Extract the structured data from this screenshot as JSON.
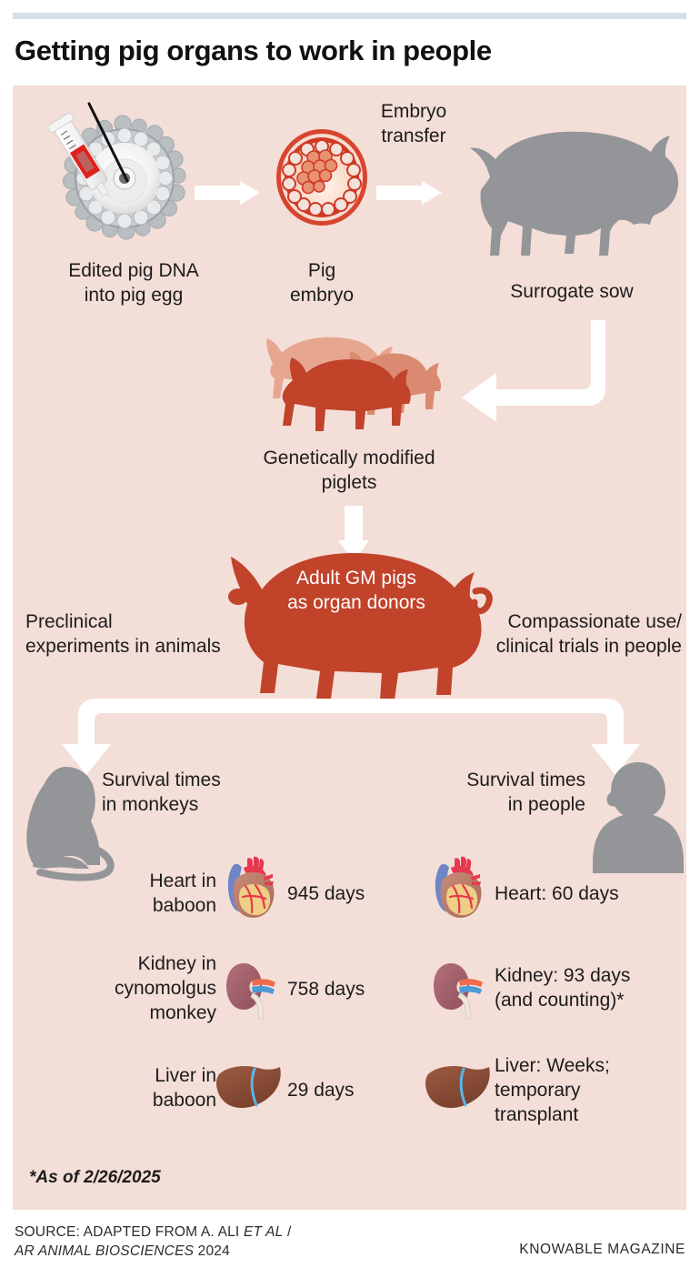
{
  "header": {
    "title": "Getting pig organs to work in people",
    "rule_color": "#d2e2e4"
  },
  "panel": {
    "background": "#f4ded8"
  },
  "flow": {
    "step1": {
      "icon": "syringe-injecting-egg-icon",
      "label_line1": "Edited pig DNA",
      "label_line2": "into pig egg"
    },
    "step2": {
      "icon": "pig-embryo-icon",
      "label_line1": "Pig",
      "label_line2": "embryo"
    },
    "transfer_label_line1": "Embryo",
    "transfer_label_line2": "transfer",
    "step3": {
      "icon": "surrogate-sow-silhouette-icon",
      "label": "Surrogate sow"
    },
    "step4": {
      "icon": "gm-piglets-icon",
      "label_line1": "Genetically modified",
      "label_line2": "piglets"
    },
    "step5": {
      "icon": "adult-gm-pig-icon",
      "label_line1": "Adult GM pigs",
      "label_line2": "as organ donors",
      "label_color": "#ffffff",
      "pig_color": "#c0432a"
    },
    "branch_left_line1": "Preclinical",
    "branch_left_line2": "experiments in animals",
    "branch_right_line1": "Compassionate use/",
    "branch_right_line2": "clinical trials in people"
  },
  "results": {
    "left": {
      "icon": "monkey-silhouette-icon",
      "heading_line1": "Survival times",
      "heading_line2": "in monkeys",
      "rows": [
        {
          "organ_icon": "heart-icon",
          "label_line1": "Heart in",
          "label_line2": "baboon",
          "value": "945 days"
        },
        {
          "organ_icon": "kidney-icon",
          "label_line1": "Kidney in",
          "label_line2": "cynomolgus",
          "label_line3": "monkey",
          "value": "758 days"
        },
        {
          "organ_icon": "liver-icon",
          "label_line1": "Liver in",
          "label_line2": "baboon",
          "value": "29 days"
        }
      ]
    },
    "right": {
      "icon": "human-silhouette-icon",
      "heading_line1": "Survival times",
      "heading_line2": "in people",
      "rows": [
        {
          "organ_icon": "heart-icon",
          "text_line1": "Heart: 60 days",
          "text_line2": "",
          "text_line3": ""
        },
        {
          "organ_icon": "kidney-icon",
          "text_line1": "Kidney: 93 days",
          "text_line2": "(and counting)*",
          "text_line3": ""
        },
        {
          "organ_icon": "liver-icon",
          "text_line1": "Liver: Weeks;",
          "text_line2": "temporary",
          "text_line3": "transplant"
        }
      ]
    },
    "footnote": "*As of 2/26/2025"
  },
  "footer": {
    "source_prefix": "SOURCE: ADAPTED FROM A. ALI ",
    "source_italic1": "ET AL",
    "source_mid": " /",
    "source_italic2": "AR ANIMAL BIOSCIENCES",
    "source_suffix": " 2024",
    "credit": "KNOWABLE MAGAZINE"
  }
}
